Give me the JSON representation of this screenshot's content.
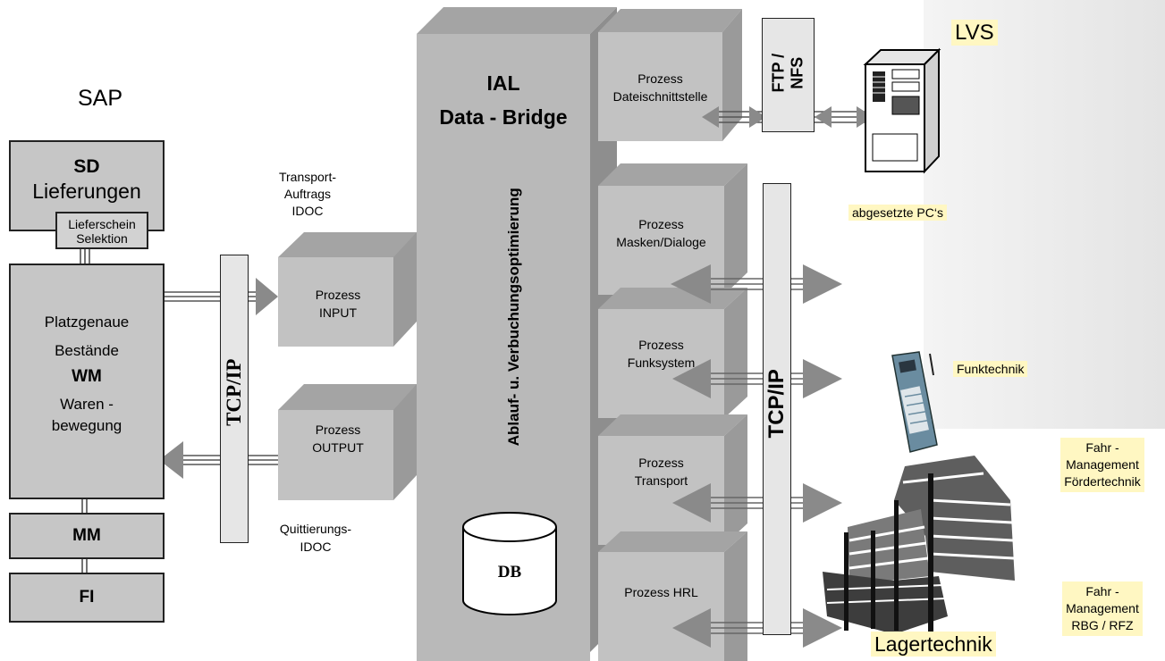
{
  "sap": {
    "title": "SAP",
    "sd_title": "SD",
    "sd_sub": "Lieferungen",
    "lieferschein": "Lieferschein",
    "selektion": "Selektion",
    "wm_line1": "Platzgenaue",
    "wm_line2": "Bestände",
    "wm_bold": "WM",
    "wm_line3": "Waren -",
    "wm_line4": "bewegung",
    "mm": "MM",
    "fi": "FI"
  },
  "tcpip_left": "TCP/IP",
  "transport_idoc": [
    "Transport-",
    "Auftrags",
    "IDOC"
  ],
  "quitt_idoc": [
    "Quittierungs-",
    "IDOC"
  ],
  "input_box": [
    "Prozess",
    "INPUT"
  ],
  "output_box": [
    "Prozess",
    "OUTPUT"
  ],
  "bridge": {
    "title1": "IAL",
    "title2": "Data - Bridge",
    "vertical": "Ablauf- u. Verbuchungsoptimierung",
    "db": "DB"
  },
  "processes": {
    "datei": [
      "Prozess",
      "Dateischnittstelle"
    ],
    "masken": [
      "Prozess",
      "Masken/Dialoge"
    ],
    "funk": [
      "Prozess",
      "Funksystem"
    ],
    "transport": [
      "Prozess",
      "Transport"
    ],
    "hrl": "Prozess HRL"
  },
  "ftp": [
    "FTP /",
    "NFS"
  ],
  "tcpip_right": "TCP/IP",
  "lvs": "LVS",
  "pcs": "abgesetzte PC‘s",
  "funktechnik": "Funktechnik",
  "fahr1": [
    "Fahr -",
    "Management",
    "Fördertechnik"
  ],
  "fahr2": [
    "Fahr -",
    "Management",
    "RBG / RFZ"
  ],
  "lagertechnik": "Lagertechnik"
}
